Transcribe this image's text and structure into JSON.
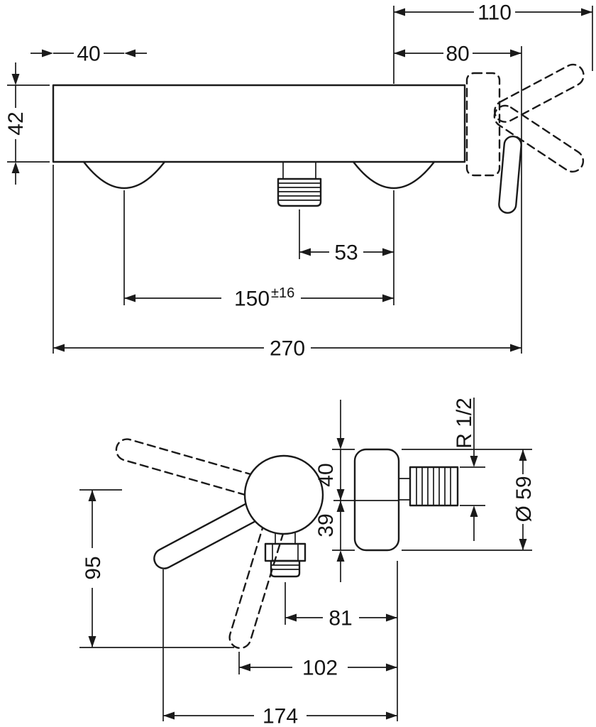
{
  "style": {
    "line_color": "#1a1a1a",
    "background": "#ffffff"
  },
  "front_view": {
    "dimensions": {
      "union_to_handle_end": "110",
      "edge_to_union": "40",
      "union_to_body_end": "80",
      "body_height": "42",
      "outlet_to_union": "53",
      "union_spacing": "150",
      "union_spacing_tol": "±16",
      "overall_width": "270"
    }
  },
  "side_view": {
    "dimensions": {
      "thread": "R 1/2",
      "axis_to_top": "40",
      "axis_to_outlet": "39",
      "diameter": "Ø 59",
      "lever_travel": "95",
      "outlet_depth": "81",
      "handle_depth": "102",
      "overall_depth": "174"
    }
  }
}
